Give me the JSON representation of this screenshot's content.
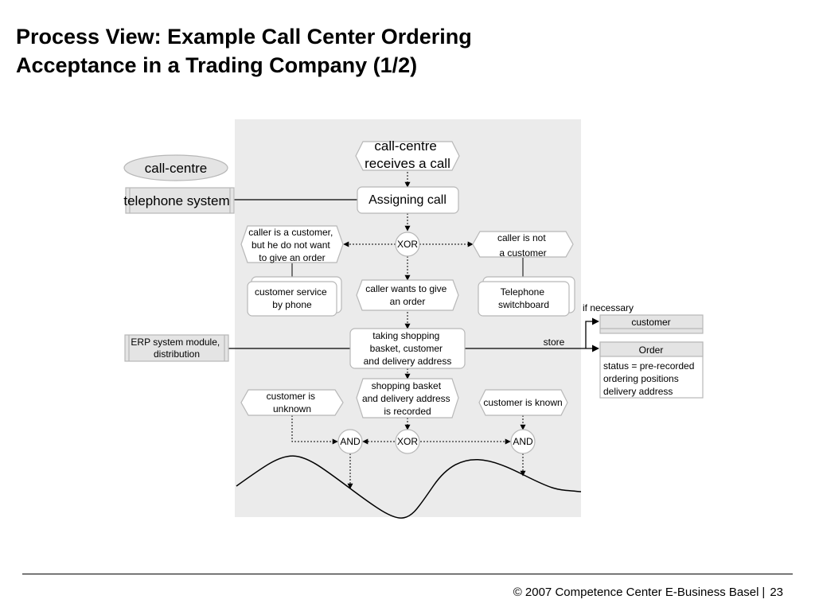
{
  "title": {
    "line1": "Process View: Example Call Center Ordering",
    "line2": "Acceptance in a Trading Company (1/2)"
  },
  "diagram": {
    "event_start": [
      "call-centre",
      "receives a call"
    ],
    "org_unit": "call-centre",
    "system_telephone": "telephone system",
    "fn_assigning": "Assigning call",
    "event_customer_no_order": [
      "caller is a customer,",
      "but he do not want",
      "to give an order"
    ],
    "xor_top": "XOR",
    "event_not_customer": [
      "caller is not",
      "a customer"
    ],
    "fn_customer_service": [
      "customer service",
      "by phone"
    ],
    "event_wants_order": [
      "caller wants to give",
      "an order"
    ],
    "fn_switchboard": [
      "Telephone",
      "switchboard"
    ],
    "label_if_necessary": "if necessary",
    "data_customer": "customer",
    "system_erp": [
      "ERP system module,",
      "distribution"
    ],
    "fn_taking_basket": [
      "taking shopping",
      "basket, customer",
      "and delivery address"
    ],
    "label_store": "store",
    "data_order_title": "Order",
    "data_order_attrs": [
      "status = pre-recorded",
      "ordering positions",
      "delivery address"
    ],
    "event_basket_recorded": [
      "shopping basket",
      "and delivery address",
      "is recorded"
    ],
    "event_customer_unknown": [
      "customer is",
      "unknown"
    ],
    "event_customer_known": "customer is known",
    "and_left": "AND",
    "xor_bottom": "XOR",
    "and_right": "AND"
  },
  "footer": {
    "copyright": "© 2007 Competence Center E-Business Basel",
    "separator": "|",
    "page_number": "23"
  }
}
